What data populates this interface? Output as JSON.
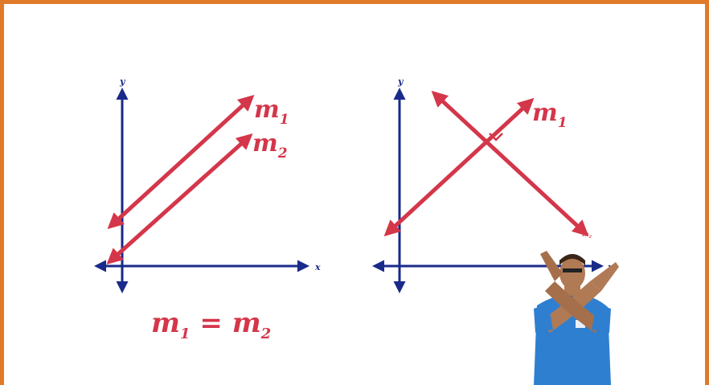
{
  "colors": {
    "frame": "#e07a2a",
    "axis": "#1a2a8a",
    "line": "#d4364a",
    "shirt": "#2f7fd0",
    "skin": "#b07a55"
  },
  "left_graph": {
    "y_label": "y",
    "x_label": "x",
    "line1_label": "m",
    "line1_sub": "1",
    "line2_label": "m",
    "line2_sub": "2"
  },
  "right_graph": {
    "y_label": "y",
    "x_label": "x",
    "line1_label": "m",
    "line1_sub": "1",
    "line2_label": "m",
    "line2_sub": "2"
  },
  "equation": {
    "lhs": "m",
    "lhs_sub": "1",
    "op": " = ",
    "rhs": "m",
    "rhs_sub": "2"
  }
}
